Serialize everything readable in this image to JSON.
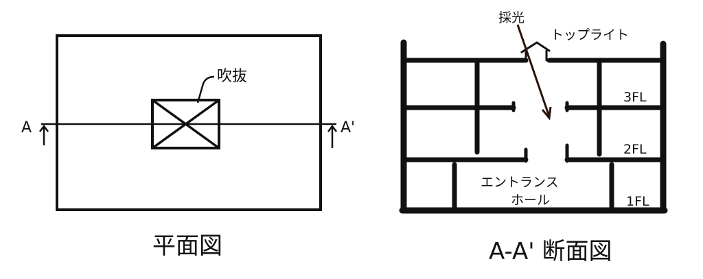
{
  "plan": {
    "section_marker_left": "A",
    "section_marker_right": "A'",
    "void_label": "吹抜",
    "caption": "平面図"
  },
  "section": {
    "skylight_label": "採光",
    "toplight_label": "トップライト",
    "floor_3": "3FL",
    "floor_2": "2FL",
    "floor_1": "1FL",
    "hall_label_line1": "エントランス",
    "hall_label_line2": "ホール",
    "caption": "A-A' 断面図"
  },
  "colors": {
    "ink": "#111111",
    "arrow": "#2a1208",
    "background": "#ffffff"
  }
}
